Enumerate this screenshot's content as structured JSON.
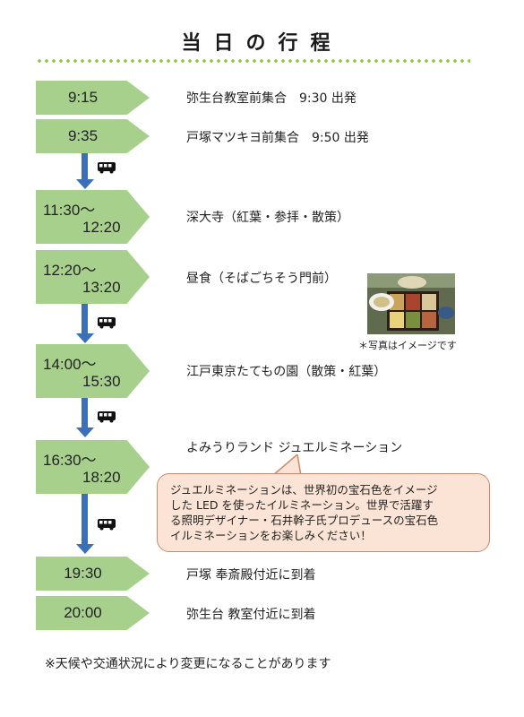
{
  "title": "当日の行程",
  "schedule": [
    {
      "time": "9:15",
      "desc": "弥生台教室前集合　9:30 出発"
    },
    {
      "time": "9:35",
      "desc": "戸塚マツキヨ前集合　9:50 出発"
    },
    {
      "time_start": "11:30〜",
      "time_end": "12:20",
      "desc": "深大寺（紅葉・参拝・散策）"
    },
    {
      "time_start": "12:20〜",
      "time_end": "13:20",
      "desc": "昼食（そばごちそう門前）"
    },
    {
      "time_start": "14:00〜",
      "time_end": "15:30",
      "desc": "江戸東京たてもの園（散策・紅葉）"
    },
    {
      "time_start": "16:30〜",
      "time_end": "18:20",
      "desc": "よみうりランド ジュエルミネーション"
    },
    {
      "time": "19:30",
      "desc": "戸塚 奉斎殿付近に到着"
    },
    {
      "time": "20:00",
      "desc": "弥生台 教室付近に到着"
    }
  ],
  "bubble_lines": [
    "ジュエルミネーションは、世界初の宝石色をイメージ",
    "した LED を使ったイルミネーション。世界で活躍す",
    "る照明デザイナー・石井幹子氏プロデュースの宝石色",
    "イルミネーションをお楽しみください！"
  ],
  "photo_caption": "＊写真はイメージです",
  "footer_note": "※天候や交通状況により変更になることがあります",
  "icons": {
    "transport": "bus-icon",
    "photo": "lunch-photo"
  },
  "colors": {
    "arrow": "#a8d08d",
    "connector": "#3b6fb8",
    "bubble": "#fbe4d5",
    "dots": "#8cc63f"
  }
}
